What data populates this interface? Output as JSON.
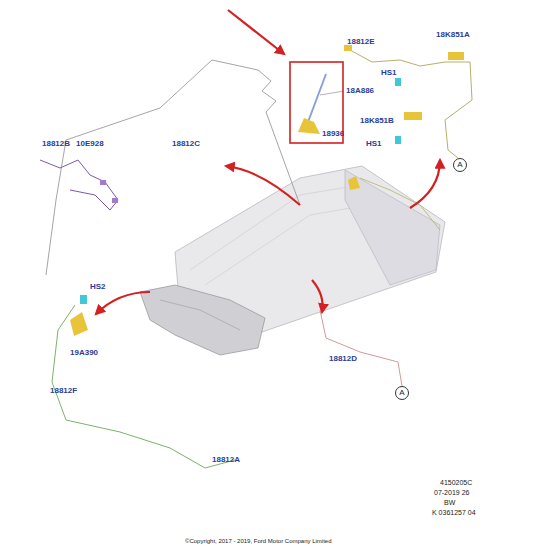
{
  "diagram": {
    "nodes": [
      {
        "text": [
          "A"
        ]
      },
      {
        "text": [
          "A"
        ]
      }
    ],
    "labels": [
      "18812E",
      "18K851A",
      "HS1",
      "18A886",
      "18936",
      "18K851B",
      "HS1",
      "18812B",
      "10E928",
      "18812C",
      "HS2",
      "19A390",
      "18812F",
      "18812D",
      "18812A",
      "4150205C",
      "07-2019 26",
      "BW",
      "K 0361257 04",
      "©Copyright, 2017 - 2019, Ford Motor Company Limited"
    ]
  }
}
